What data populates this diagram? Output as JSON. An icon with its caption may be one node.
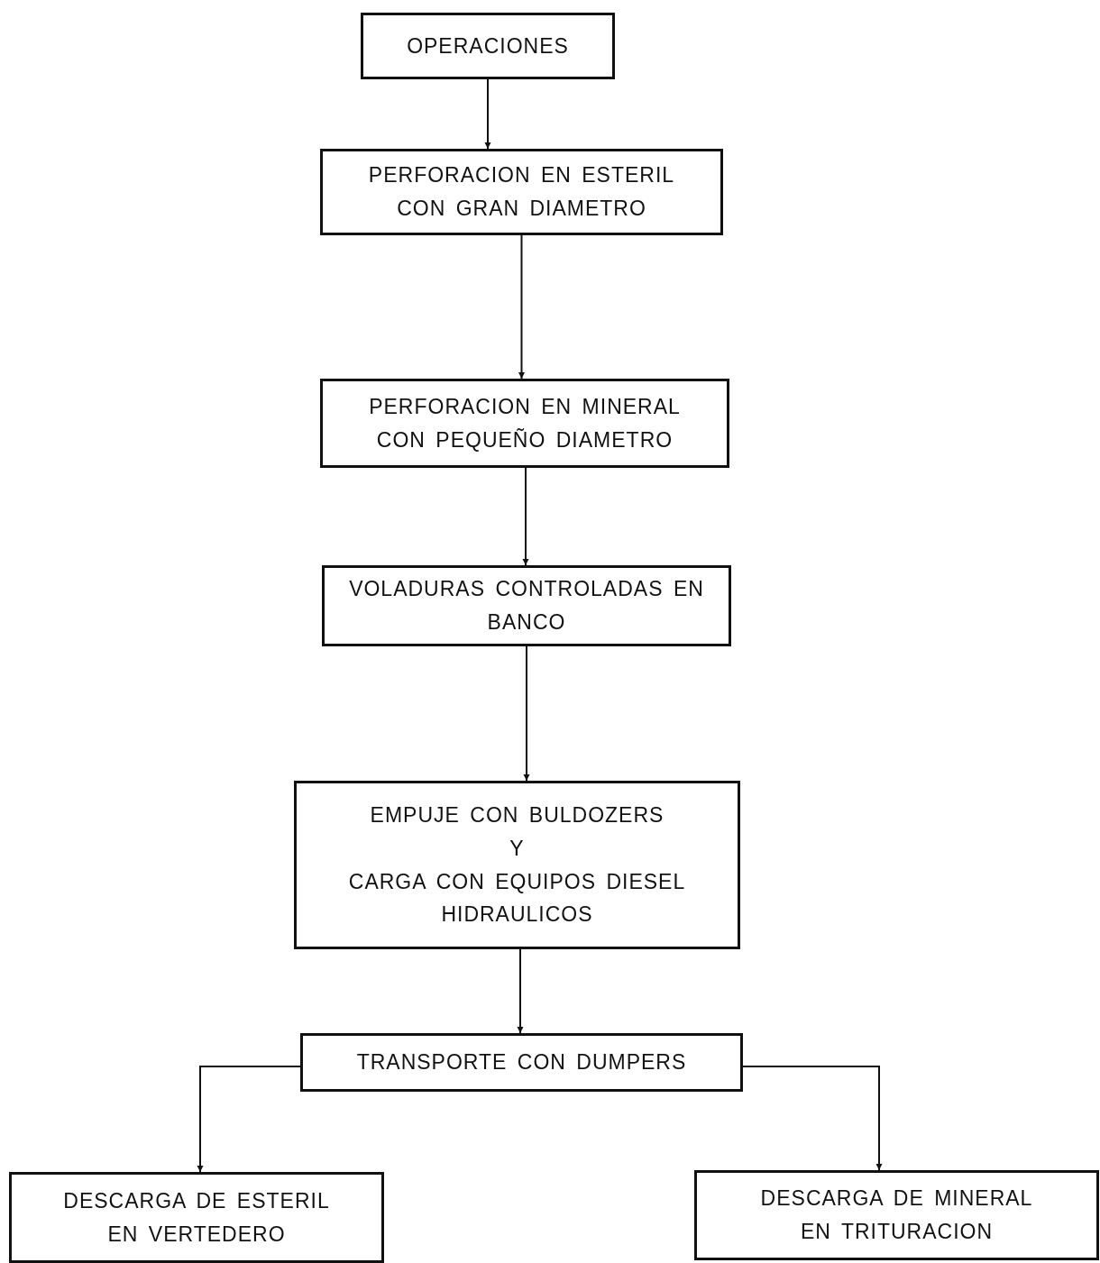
{
  "diagram": {
    "nodes": [
      {
        "text": [
          "OPERACIONES"
        ]
      },
      {
        "text": [
          "PERFORACION EN ESTERIL CON GRAN DIAMETRO"
        ]
      },
      {
        "text": [
          "PERFORACION EN MINERAL CON PEQUEÑO DIAMETRO"
        ]
      },
      {
        "text": [
          "VOLADURAS CONTROLADAS EN BANCO"
        ]
      },
      {
        "text": [
          "EMPUJE CON BULDOZERS",
          "Y",
          "CARGA CON EQUIPOS DIESEL HIDRAULICOS"
        ]
      },
      {
        "text": [
          "TRANSPORTE CON DUMPERS"
        ]
      },
      {
        "text": [
          "DESCARGA DE ESTERIL EN VERTEDERO"
        ]
      },
      {
        "text": [
          "DESCARGA DE MINERAL EN TRITURACION"
        ]
      }
    ],
    "edges": [
      {
        "from": 0,
        "to": 1,
        "arrow": "to"
      },
      {
        "from": 1,
        "to": 2,
        "arrow": "to"
      },
      {
        "from": 2,
        "to": 3,
        "arrow": "to"
      },
      {
        "from": 3,
        "to": 4,
        "arrow": "to"
      },
      {
        "from": 4,
        "to": 5,
        "arrow": "to"
      },
      {
        "from": 5,
        "to": 6,
        "arrow": "to"
      },
      {
        "from": 5,
        "to": 7,
        "arrow": "to"
      }
    ]
  }
}
